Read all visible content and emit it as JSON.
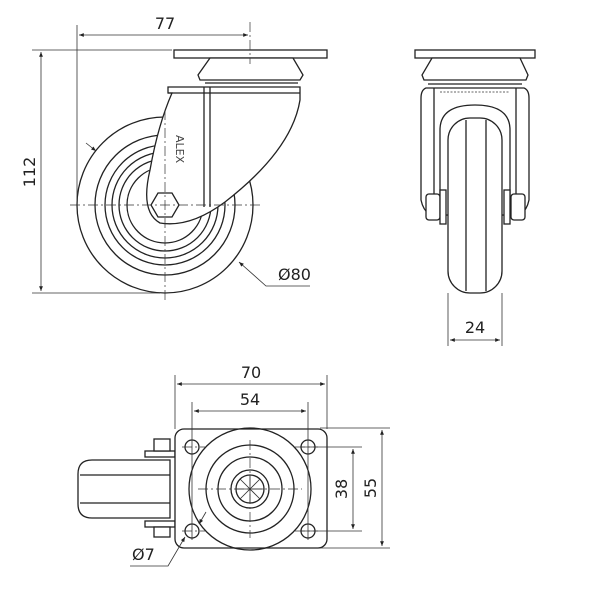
{
  "drawing": {
    "front_view": {
      "width_offset": "77",
      "height": "112",
      "wheel_diameter": "Ø80",
      "logo": "ALEX"
    },
    "side_view": {
      "wheel_width": "24"
    },
    "top_view": {
      "plate_width": "70",
      "hole_spacing_x": "54",
      "plate_length": "55",
      "hole_spacing_y": "38",
      "hole_diameter": "Ø7"
    }
  }
}
